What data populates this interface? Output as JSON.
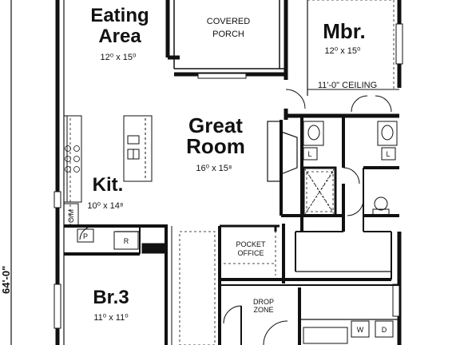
{
  "rooms": {
    "eating_area": {
      "line1": "Eating",
      "line2": "Area",
      "dims": "12⁰ x 15⁰"
    },
    "covered_porch": {
      "line1": "COVERED",
      "line2": "PORCH"
    },
    "master_bedroom": {
      "name": "Mbr.",
      "dims": "12⁰ x 15⁰",
      "ceiling": "11'-0\" CEILING"
    },
    "great_room": {
      "line1": "Great",
      "line2": "Room",
      "dims": "16⁰ x 15⁸"
    },
    "kitchen": {
      "name": "Kit.",
      "dims": "10⁰ x 14⁸"
    },
    "pocket_office": {
      "line1": "POCKET",
      "line2": "OFFICE"
    },
    "drop_zone": {
      "line1": "DROP",
      "line2": "ZONE"
    },
    "bedroom_3": {
      "name": "Br.3",
      "dims": "11⁰ x 11⁰"
    }
  },
  "fixtures": {
    "pantry": "P",
    "refrigerator": "R",
    "oven_microwave": "O/M",
    "linen_left": "L",
    "linen_right": "L",
    "washer": "W",
    "dryer": "D"
  },
  "overall_dimension": "64'-0\""
}
